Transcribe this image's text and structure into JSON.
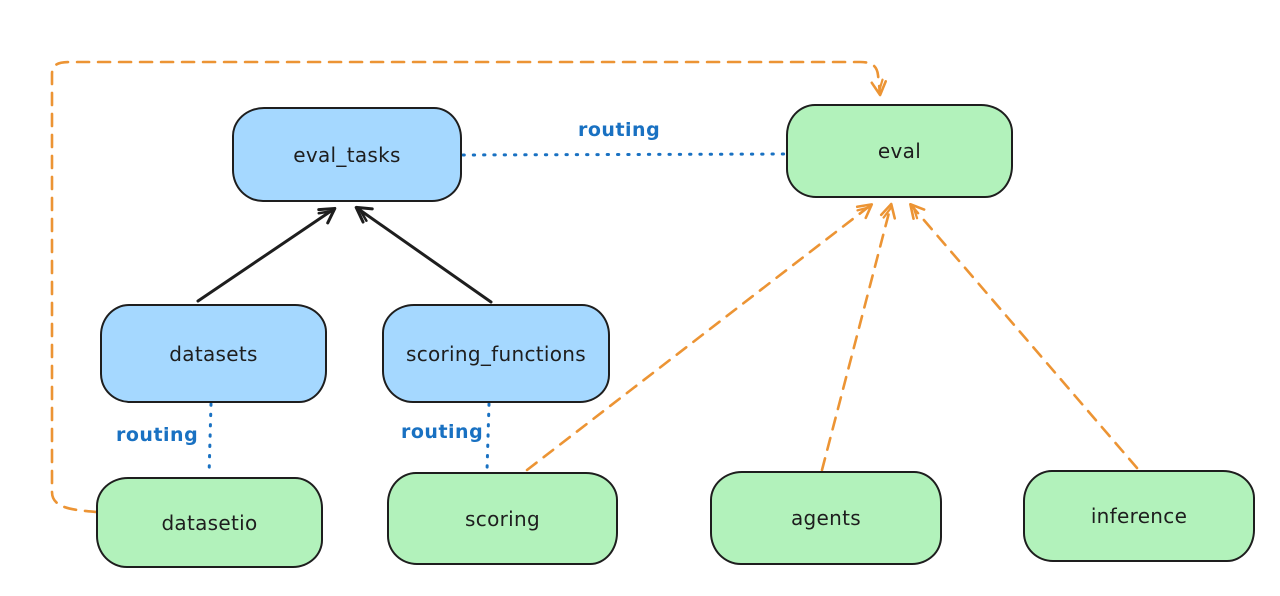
{
  "diagram": {
    "type": "flowchart",
    "background": "#ffffff",
    "colors": {
      "node_border": "#1e1e1e",
      "blue_node_fill": "#a5d8ff",
      "green_node_fill": "#b2f2bb",
      "routing_line": "#1971c2",
      "solid_arrow": "#1e1e1e",
      "dashed_arrow": "#ec9434"
    },
    "nodes": [
      {
        "id": "eval_tasks",
        "label": "eval_tasks",
        "color": "blue"
      },
      {
        "id": "eval",
        "label": "eval",
        "color": "green"
      },
      {
        "id": "datasets",
        "label": "datasets",
        "color": "blue"
      },
      {
        "id": "scoring_functions",
        "label": "scoring_functions",
        "color": "blue"
      },
      {
        "id": "datasetio",
        "label": "datasetio",
        "color": "green"
      },
      {
        "id": "scoring",
        "label": "scoring",
        "color": "green"
      },
      {
        "id": "agents",
        "label": "agents",
        "color": "green"
      },
      {
        "id": "inference",
        "label": "inference",
        "color": "green"
      }
    ],
    "edges": [
      {
        "from": "eval_tasks",
        "to": "eval",
        "label": "routing",
        "style": "dotted",
        "color": "#1971c2"
      },
      {
        "from": "datasets",
        "to": "datasetio",
        "label": "routing",
        "style": "dotted",
        "color": "#1971c2"
      },
      {
        "from": "scoring_functions",
        "to": "scoring",
        "label": "routing",
        "style": "dotted",
        "color": "#1971c2"
      },
      {
        "from": "datasets",
        "to": "eval_tasks",
        "label": "",
        "style": "solid_arrow",
        "color": "#1e1e1e"
      },
      {
        "from": "scoring_functions",
        "to": "eval_tasks",
        "label": "",
        "style": "solid_arrow",
        "color": "#1e1e1e"
      },
      {
        "from": "scoring",
        "to": "eval",
        "label": "",
        "style": "dashed_arrow",
        "color": "#ec9434"
      },
      {
        "from": "agents",
        "to": "eval",
        "label": "",
        "style": "dashed_arrow",
        "color": "#ec9434"
      },
      {
        "from": "inference",
        "to": "eval",
        "label": "",
        "style": "dashed_arrow",
        "color": "#ec9434"
      },
      {
        "from": "datasetio",
        "to": "eval",
        "label": "",
        "style": "dashed_arrow_loop",
        "color": "#ec9434"
      }
    ]
  }
}
